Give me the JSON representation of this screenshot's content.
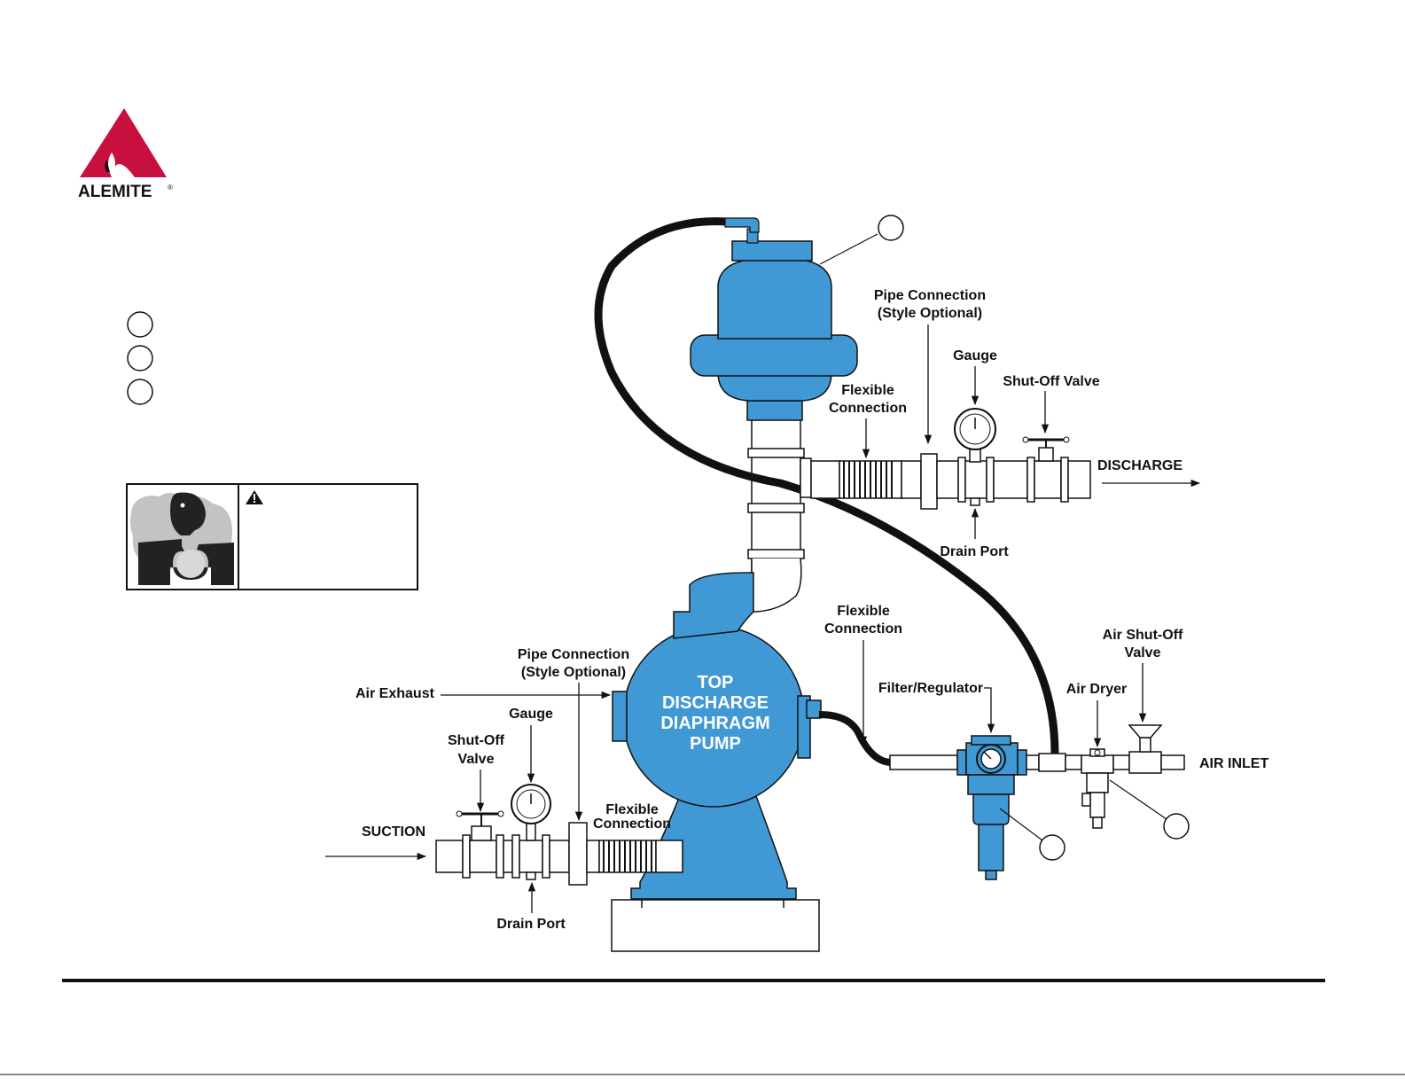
{
  "brand": {
    "name": "ALEMITE",
    "mark": "®",
    "color": "#c8103e"
  },
  "colors": {
    "pump_blue": "#4098d4",
    "outline": "#111111",
    "hose": "#111111"
  },
  "diagram": {
    "pump_label": [
      "TOP",
      "DISCHARGE",
      "DIAPHRAGM",
      "PUMP"
    ],
    "labels": {
      "pipe_connection_top": [
        "Pipe Connection",
        "(Style Optional)"
      ],
      "gauge_top": "Gauge",
      "shutoff_valve_top": "Shut-Off Valve",
      "flexible_connection_top": [
        "Flexible",
        "Connection"
      ],
      "discharge": "DISCHARGE",
      "drain_port_top": "Drain Port",
      "flexible_connection_air": [
        "Flexible",
        "Connection"
      ],
      "air_shutoff_valve": [
        "Air Shut-Off",
        "Valve"
      ],
      "filter_regulator": "Filter/Regulator",
      "air_dryer": "Air Dryer",
      "air_inlet": "AIR INLET",
      "air_exhaust": "Air Exhaust",
      "pipe_connection_bottom": [
        "Pipe Connection",
        "(Style Optional)"
      ],
      "gauge_bottom": "Gauge",
      "shutoff_valve_bottom": [
        "Shut-Off",
        "Valve"
      ],
      "suction": "SUCTION",
      "flexible_connection_bottom": [
        "Flexible",
        "Connection"
      ],
      "drain_port_bottom": "Drain Port"
    }
  },
  "icons": {
    "logo": "alemite-drop-logo-icon",
    "warning": "warning-triangle-icon",
    "hazard": "inhalation-hazard-icon"
  }
}
